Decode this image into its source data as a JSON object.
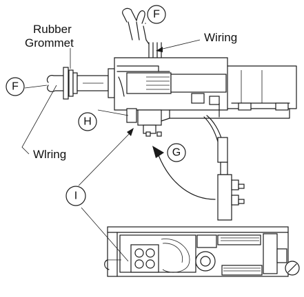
{
  "labels": {
    "rubber_grommet_line1": "Rubber",
    "rubber_grommet_line2": "Grommet",
    "wiring_top": "Wiring",
    "wiring_bottom": "Wlring"
  },
  "callouts": {
    "f_left": "F",
    "f_top": "F",
    "h": "H",
    "g": "G",
    "i": "I"
  }
}
